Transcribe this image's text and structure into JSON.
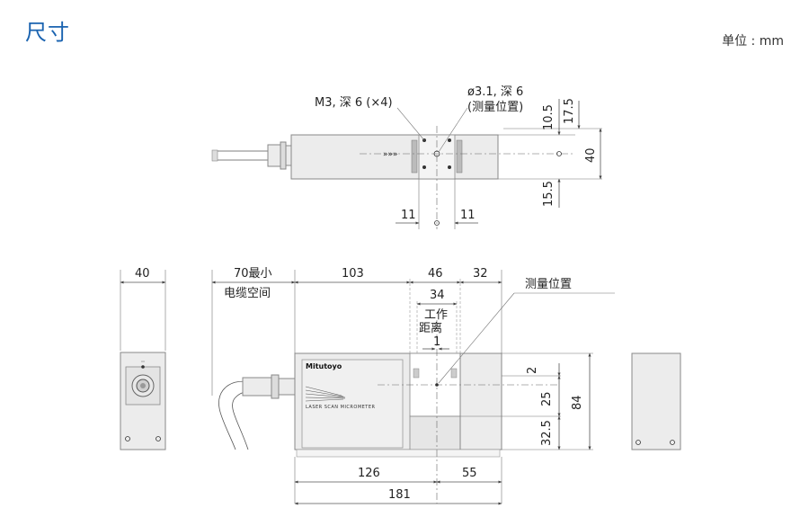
{
  "header": {
    "title": "尺寸",
    "unit": "单位 : mm"
  },
  "top_view": {
    "hole_note": "M3, 深 6 (×4)",
    "measure_hole_note": "ø3.1, 深 6",
    "measure_pos_note": "(测量位置)",
    "dim_10_5": "10.5",
    "dim_17_5": "17.5",
    "dim_40": "40",
    "dim_15_5": "15.5",
    "dim_11_left": "11",
    "dim_11_right": "11"
  },
  "front_view": {
    "dim_40_end": "40",
    "cable_min": "70最小",
    "cable_space": "电缆空间",
    "dim_103": "103",
    "dim_46": "46",
    "dim_32": "32",
    "dim_34": "34",
    "work_gap_1": "工作",
    "work_gap_2": "距离",
    "dim_1": "1",
    "measure_position": "测量位置",
    "dim_2": "2",
    "dim_25": "25",
    "dim_84": "84",
    "dim_32_5": "32.5",
    "dim_126": "126",
    "dim_55": "55",
    "dim_181": "181",
    "brand": "Mitutoyo",
    "product_text": "LASER SCAN MICROMETER"
  }
}
